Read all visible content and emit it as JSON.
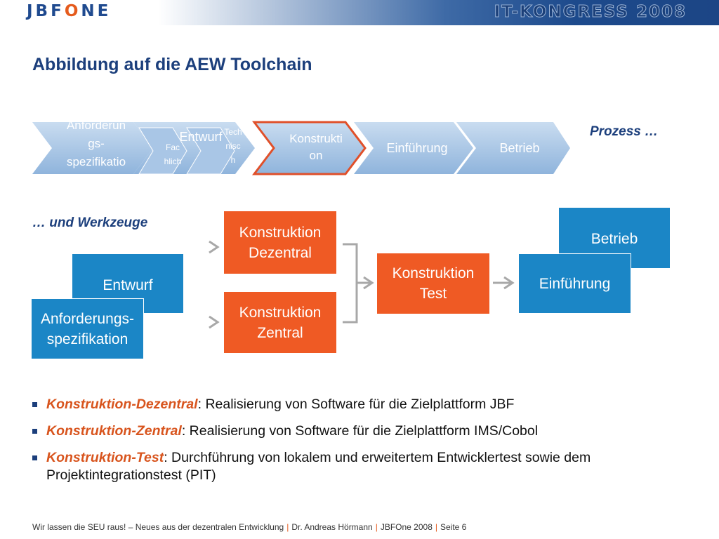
{
  "header": {
    "logo_prefix": "JBF",
    "logo_o": "O",
    "logo_suffix": "NE",
    "event": "IT-KONGRESS 2008"
  },
  "title": "Abbildung auf die AEW Toolchain",
  "process": {
    "label": "Prozess …",
    "steps": [
      {
        "lines": [
          "Anforderun",
          "gs-",
          "spezifikatio"
        ]
      },
      {
        "main": "Entwurf",
        "sub1": [
          "Fac",
          "hlich"
        ],
        "sub2": [
          "Tech",
          "nisc",
          "h"
        ]
      },
      {
        "lines": [
          "Konstrukti",
          "on"
        ]
      },
      {
        "lines": [
          "Einführung"
        ]
      },
      {
        "lines": [
          "Betrieb"
        ]
      }
    ]
  },
  "tools": {
    "label": "… und Werkzeuge",
    "betrieb": "Betrieb",
    "entwurf": "Entwurf",
    "anforderungen": [
      "Anforderungs-",
      "spezifikation"
    ],
    "konstruktion_dezentral": [
      "Konstruktion",
      "Dezentral"
    ],
    "konstruktion_zentral": [
      "Konstruktion",
      "Zentral"
    ],
    "konstruktion_test": [
      "Konstruktion",
      "Test"
    ],
    "einfuehrung": "Einführung"
  },
  "bullets": [
    {
      "term": "Konstruktion-Dezentral",
      "text": ": Realisierung von Software für die Zielplattform JBF"
    },
    {
      "term": "Konstruktion-Zentral",
      "text": ": Realisierung von Software für die Zielplattform IMS/Cobol"
    },
    {
      "term": "Konstruktion-Test",
      "text": ": Durchführung von lokalem und erweitertem Entwicklertest sowie dem Projektintegrationstest (PIT)"
    }
  ],
  "footer": {
    "part1": "Wir lassen die SEU raus! – Neues aus der dezentralen Entwicklung",
    "part2": "Dr. Andreas Hörmann",
    "part3": "JBFOne 2008",
    "part4": "Seite 6",
    "separator": "|"
  },
  "colors": {
    "title": "#1c3f7c",
    "box_blue": "#1b86c6",
    "box_orange": "#ef5a24",
    "chevron": "#afcbe8",
    "highlight_outline": "#e0502a"
  }
}
